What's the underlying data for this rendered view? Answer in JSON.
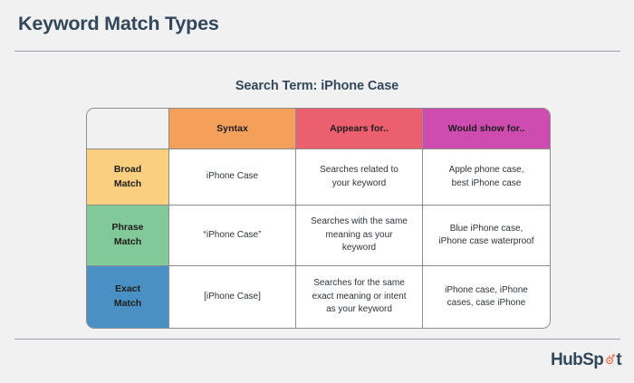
{
  "slide": {
    "title": "Keyword Match Types",
    "search_term_heading": "Search Term: iPhone Case",
    "background_color": "#f0f1f0",
    "rule_color": "#9aa0a6"
  },
  "table": {
    "columns": [
      {
        "label": "",
        "header_color": "#f0f1f0"
      },
      {
        "label": "Syntax",
        "header_color": "#f5a05a"
      },
      {
        "label": "Appears for..",
        "header_color": "#ec5f6e"
      },
      {
        "label": "Would show for..",
        "header_color": "#ce4bb0"
      }
    ],
    "rows": [
      {
        "label_line1": "Broad",
        "label_line2": "Match",
        "label_color": "#facf7f",
        "syntax": "iPhone Case",
        "appears_for": [
          "Searches related to",
          "your keyword"
        ],
        "would_show_for": [
          "Apple phone case,",
          "best iPhone case"
        ]
      },
      {
        "label_line1": "Phrase",
        "label_line2": "Match",
        "label_color": "#82c99a",
        "syntax": "“iPhone Case”",
        "appears_for": [
          "Searches with the same",
          "meaning as your",
          "keyword"
        ],
        "would_show_for": [
          "Blue iPhone case,",
          "iPhone case waterproof"
        ]
      },
      {
        "label_line1": "Exact",
        "label_line2": "Match",
        "label_color": "#4a90c4",
        "syntax": "[iPhone Case]",
        "appears_for": [
          "Searches for the same",
          "exact meaning or intent",
          "as your keyword"
        ],
        "would_show_for": [
          "iPhone case, iPhone",
          "cases, case iPhone"
        ]
      }
    ]
  },
  "footer": {
    "logo_text_before": "HubSp",
    "logo_text_after": "t",
    "logo_name": "HubSpot",
    "logo_text_color": "#33475b",
    "logo_accent_color": "#f2785c"
  }
}
